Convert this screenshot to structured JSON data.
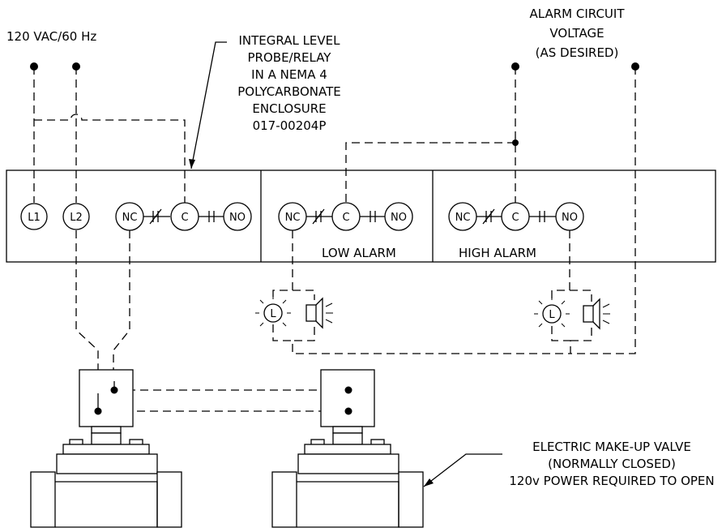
{
  "power_label": "120 VAC/60 Hz",
  "probe_note": [
    "INTEGRAL LEVEL",
    "PROBE/RELAY",
    "IN A NEMA 4",
    "POLYCARBONATE",
    "ENCLOSURE",
    "017-00204P"
  ],
  "alarm_voltage_note": [
    "ALARM CIRCUIT",
    "VOLTAGE",
    "(AS DESIRED)"
  ],
  "terminals": {
    "l1": "L1",
    "l2": "L2",
    "nc": "NC",
    "c": "C",
    "no": "NO"
  },
  "low_alarm_label": "LOW ALARM",
  "high_alarm_label": "HIGH ALARM",
  "light_symbol": "L",
  "valve_note": [
    "ELECTRIC MAKE-UP VALVE",
    "(NORMALLY CLOSED)",
    "120v POWER REQUIRED TO OPEN"
  ]
}
